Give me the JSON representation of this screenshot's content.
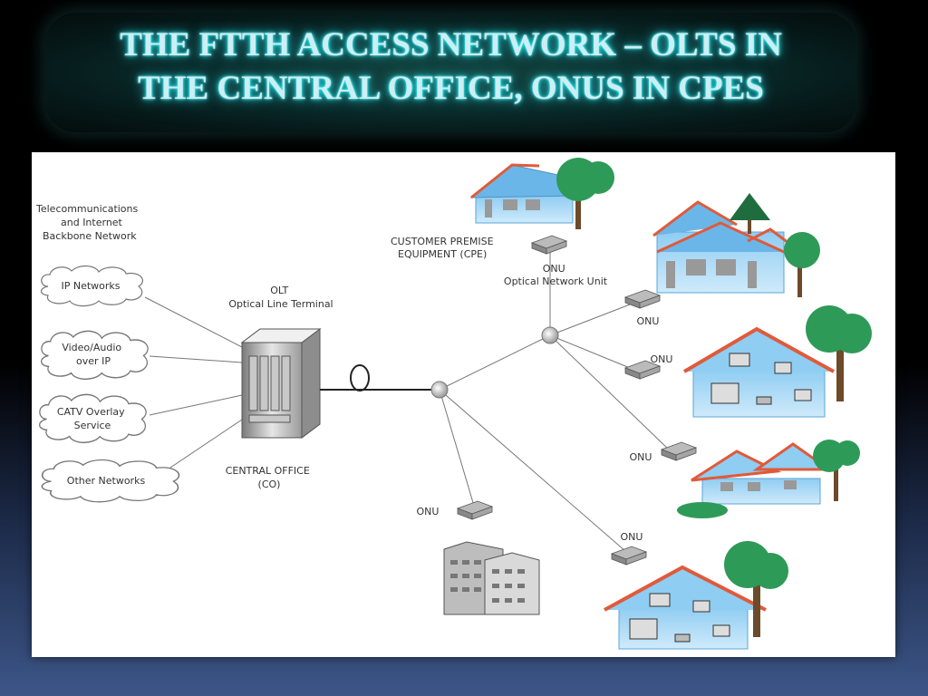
{
  "title": {
    "line1": "THE FTTH ACCESS NETWORK – OLTS IN",
    "line2": "THE CENTRAL OFFICE, ONUS IN CPES"
  },
  "diagram": {
    "backbone": [
      "Telecommunications",
      "and Internet",
      "Backbone Network"
    ],
    "clouds": [
      [
        "IP Networks"
      ],
      [
        "Video/Audio",
        "over IP"
      ],
      [
        "CATV Overlay",
        "Service"
      ],
      [
        "Other Networks"
      ]
    ],
    "olt": [
      "OLT",
      "Optical Line Terminal"
    ],
    "central_office": [
      "CENTRAL OFFICE",
      "(CO)"
    ],
    "cpe": [
      "CUSTOMER PREMISE",
      "EQUIPMENT (CPE)"
    ],
    "onu_main": [
      "ONU",
      "Optical Network Unit"
    ],
    "onu": "ONU"
  },
  "colors": {
    "title_glow": "#39c8d8",
    "house_wall": "#6bb6e8",
    "house_roof": "#e05a3a",
    "tree": "#2e9a58",
    "line": "#555555"
  }
}
